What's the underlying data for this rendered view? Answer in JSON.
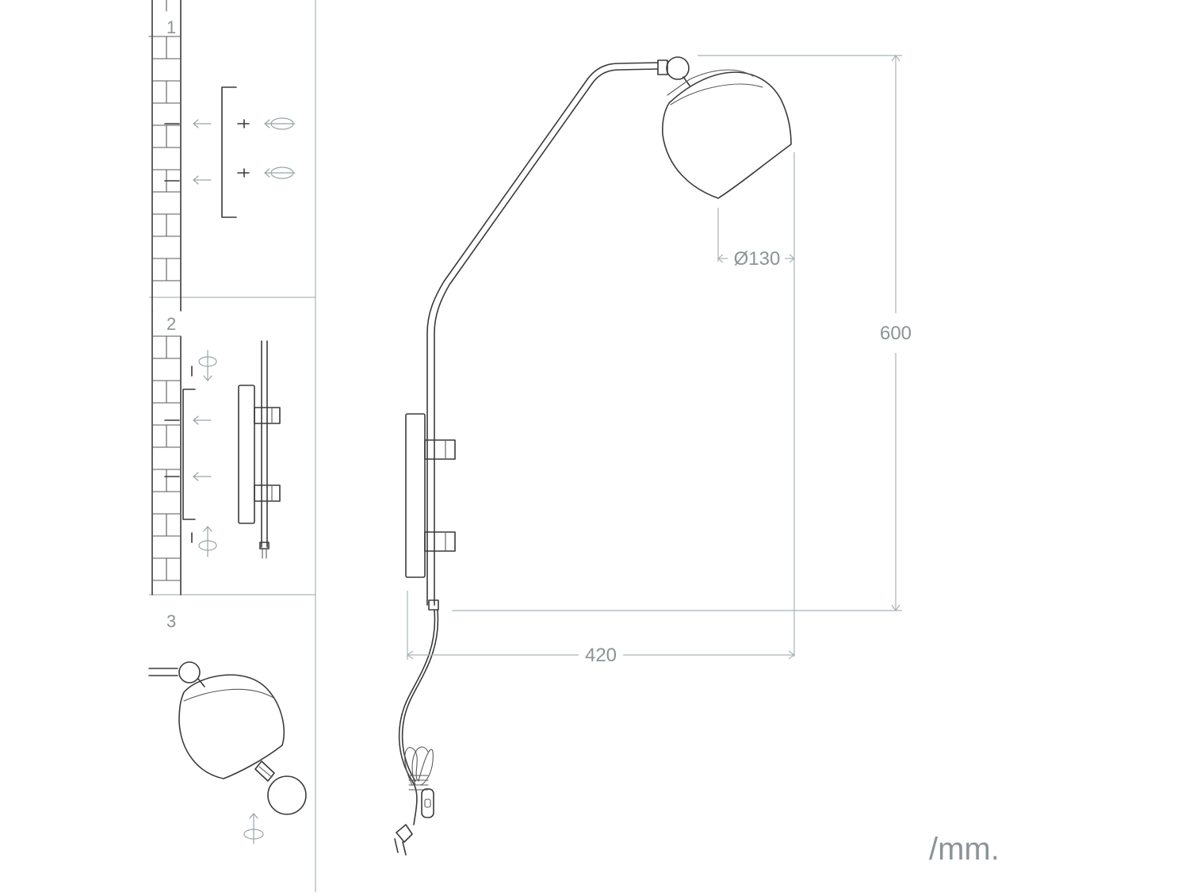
{
  "steps": [
    "1",
    "2",
    "3"
  ],
  "dimensions": {
    "diameter": "Ø130",
    "height": "600",
    "width": "420"
  },
  "unit": "/mm.",
  "colors": {
    "line": "#3a3a3a",
    "dimension": "#a9b3b6",
    "text": "#8b9496"
  },
  "icons": [
    "wall-icon",
    "bracket-icon",
    "screw-icon",
    "rotate-arrow-icon",
    "lamp-shade-icon",
    "bulb-icon",
    "plug-icon",
    "switch-icon"
  ]
}
